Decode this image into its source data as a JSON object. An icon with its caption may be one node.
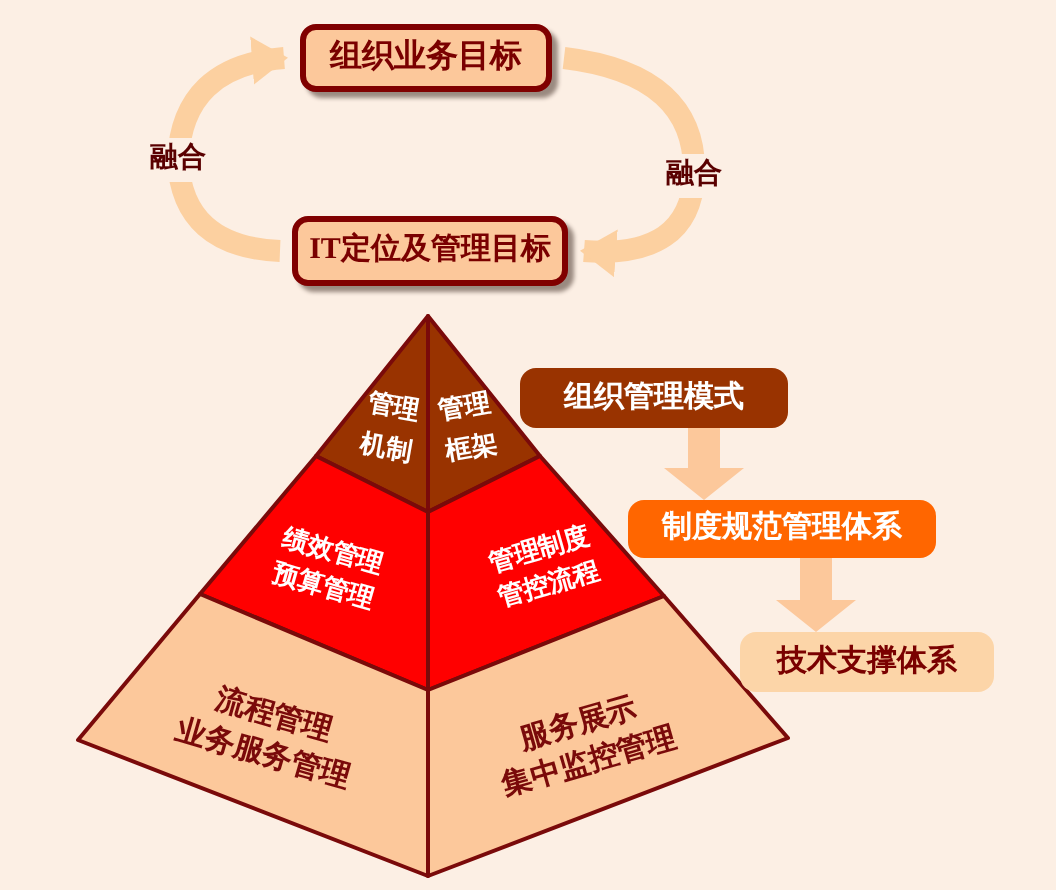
{
  "diagram": {
    "nodes": [
      {
        "text": [
          "组织业务目标"
        ]
      },
      {
        "text": [
          "IT定位及管理目标"
        ]
      },
      {
        "text": [
          "管理机制"
        ]
      },
      {
        "text": [
          "管理框架"
        ]
      },
      {
        "text": [
          "绩效管理",
          "预算管理"
        ]
      },
      {
        "text": [
          "管理制度",
          "管控流程"
        ]
      },
      {
        "text": [
          "流程管理",
          "业务服务管理"
        ]
      },
      {
        "text": [
          "服务展示",
          "集中监控管理"
        ]
      },
      {
        "text": [
          "组织管理模式"
        ]
      },
      {
        "text": [
          "制度规范管理体系"
        ]
      },
      {
        "text": [
          "技术支撑体系"
        ]
      }
    ],
    "edges": [
      {
        "from": 0,
        "to": 1,
        "arrow": "to",
        "label": "融合"
      },
      {
        "from": 1,
        "to": 0,
        "arrow": "to",
        "label": "融合"
      },
      {
        "from": 8,
        "to": 9,
        "arrow": "to"
      },
      {
        "from": 9,
        "to": 10,
        "arrow": "to"
      }
    ]
  }
}
